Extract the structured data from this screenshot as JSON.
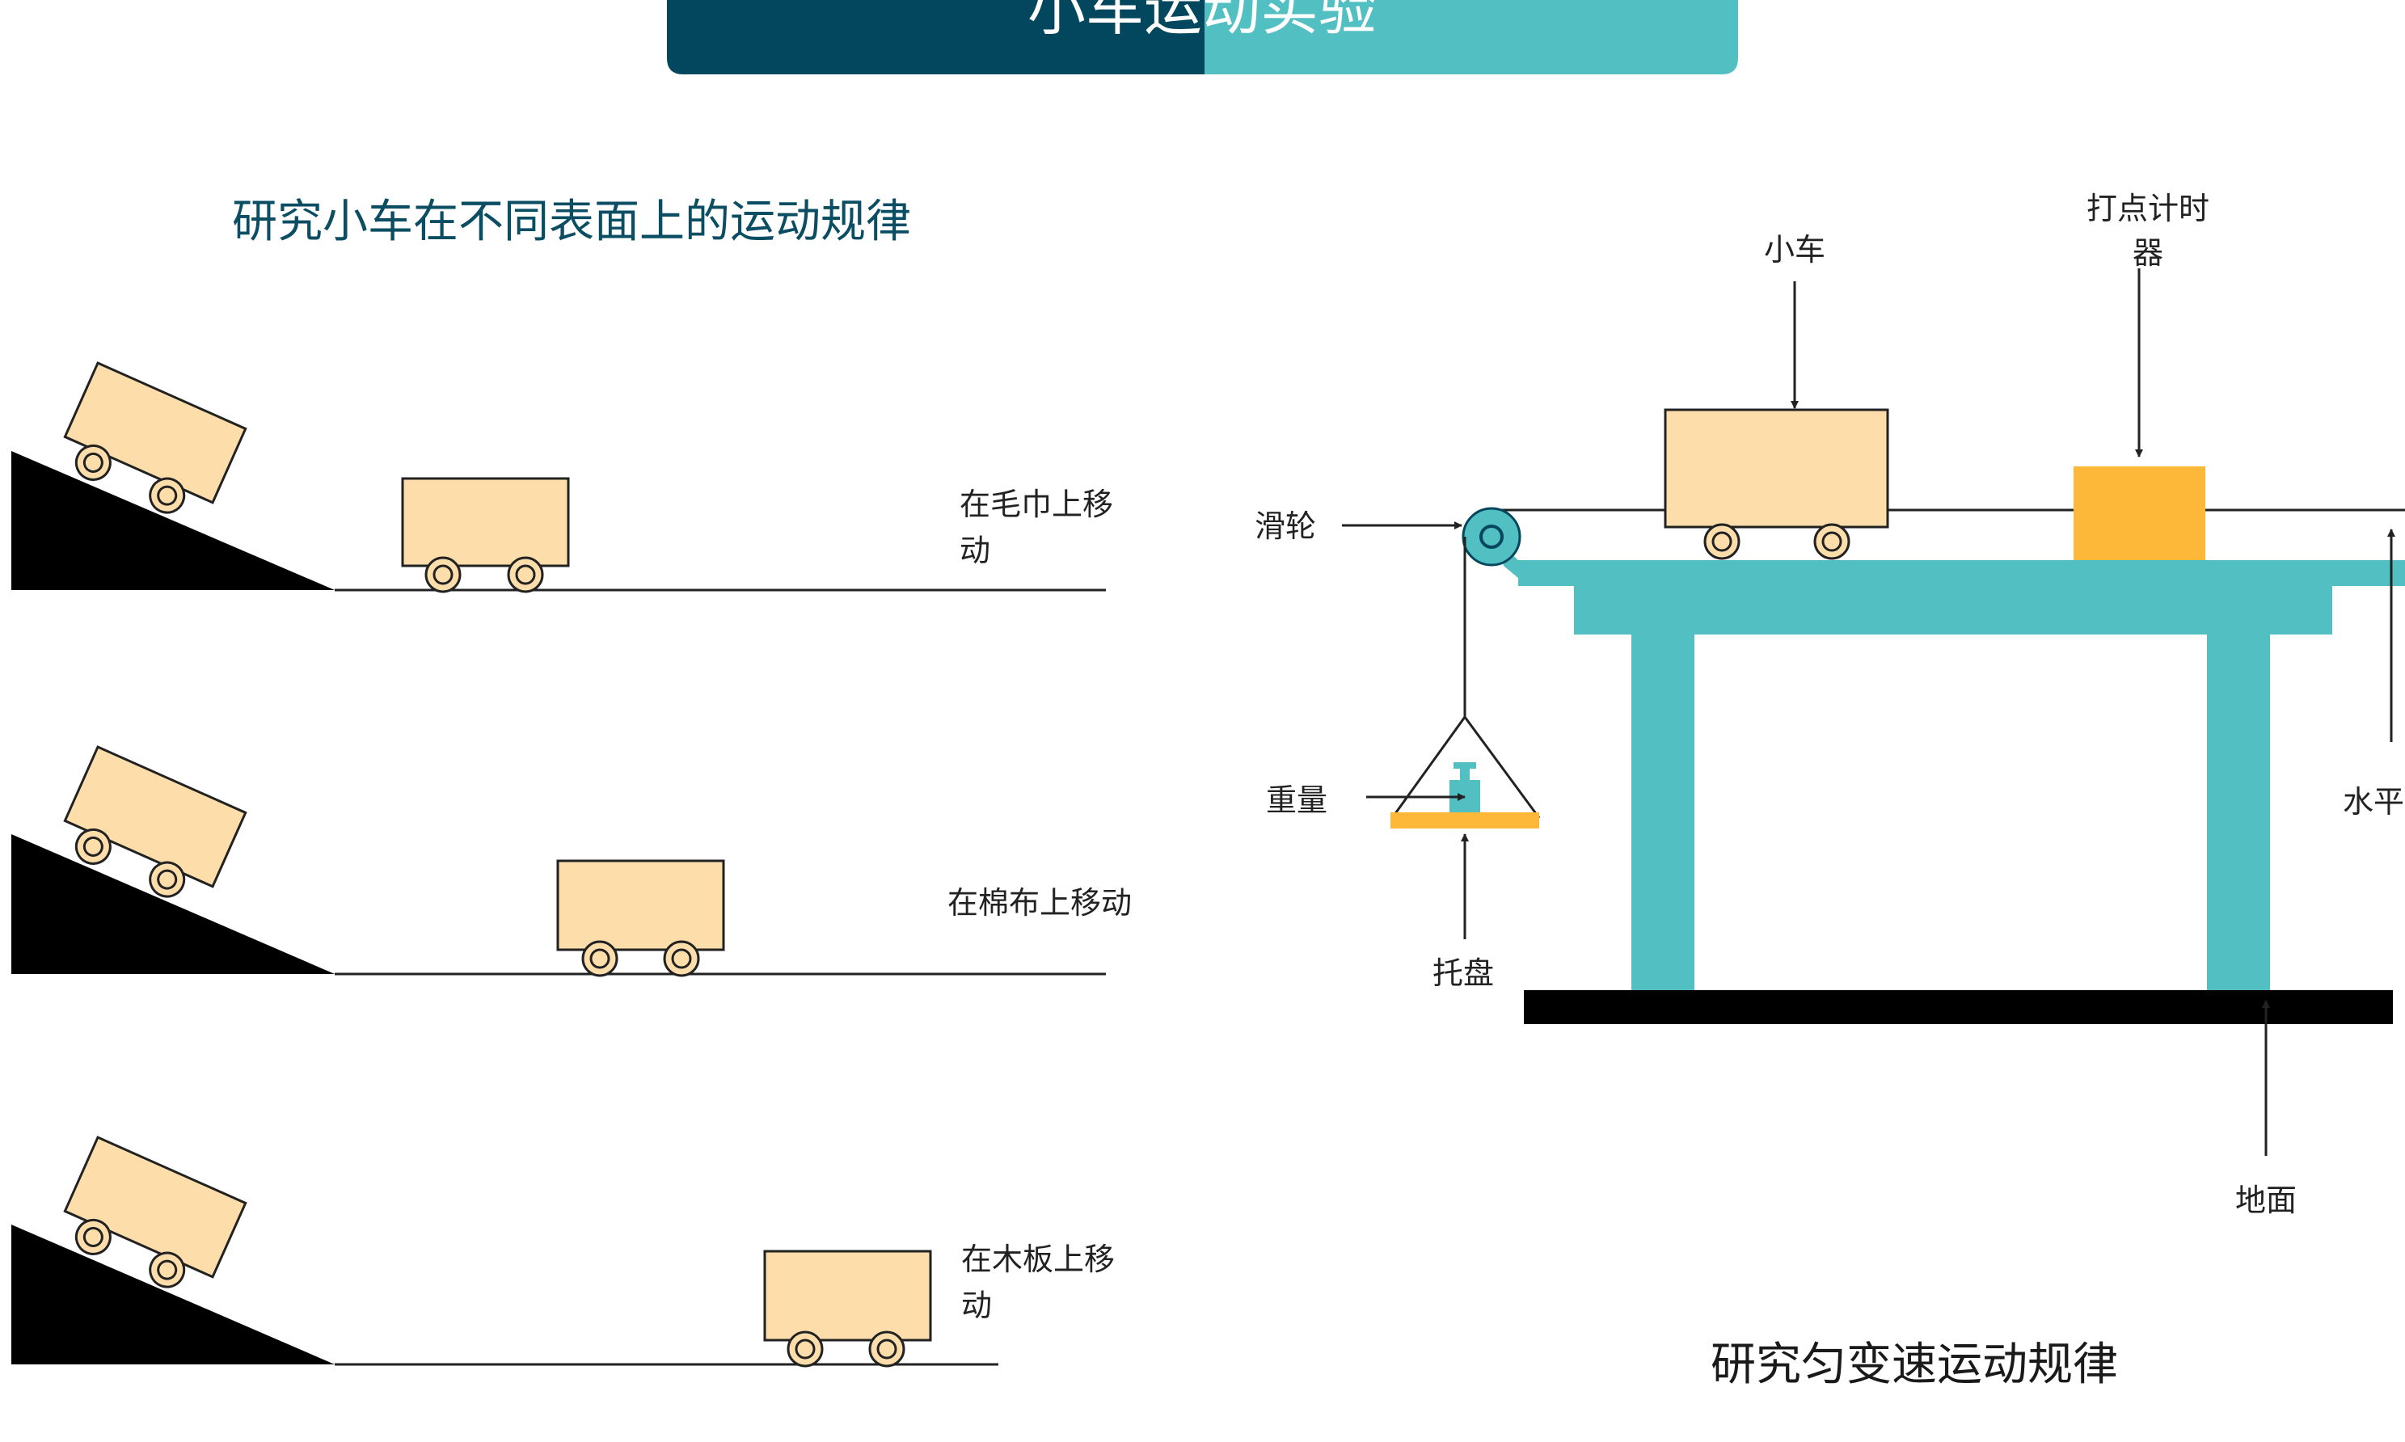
{
  "title": "小车运动实验",
  "left_panel": {
    "heading": "研究小车在不同表面上的运动规律",
    "rows": [
      {
        "label_line1": "在毛巾上移",
        "label_line2": "动"
      },
      {
        "label_line1": "在棉布上移动",
        "label_line2": ""
      },
      {
        "label_line1": "在木板上移",
        "label_line2": "动"
      }
    ]
  },
  "right_panel": {
    "heading": "研究匀变速运动规律",
    "labels": {
      "cart": "小车",
      "timer_line1": "打点计时",
      "timer_line2": "器",
      "pulley": "滑轮",
      "weight": "重量",
      "tray": "托盘",
      "level": "水平",
      "ground": "地面"
    }
  },
  "colors": {
    "title_dark": "#02475e",
    "title_light": "#52bfc2",
    "cart_fill": "#fddeab",
    "teal": "#52bfc2",
    "timer": "#fdb83a",
    "ramp": "#000000"
  }
}
